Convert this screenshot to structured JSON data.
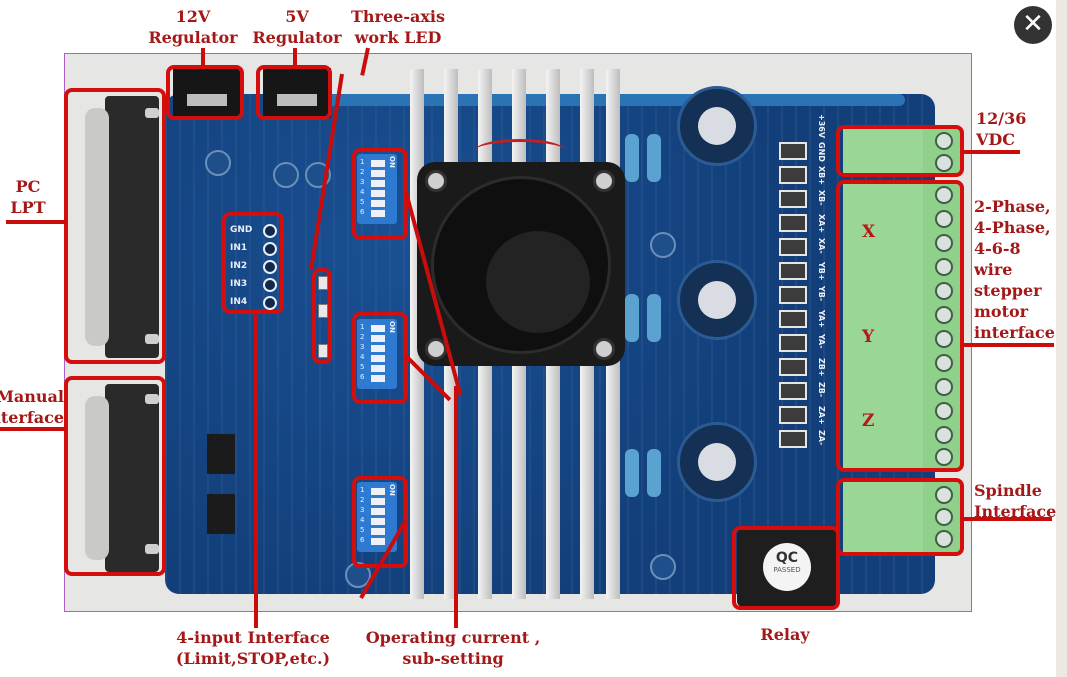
{
  "viewer": {
    "close_label": "✕",
    "close_icon": "close-icon"
  },
  "labels": {
    "regulator_12v": [
      "12V",
      "Regulator"
    ],
    "regulator_5v": [
      "5V",
      "Regulator"
    ],
    "three_axis_led": [
      "Three-axis",
      "work  LED"
    ],
    "pc_lpt": [
      "PC",
      "LPT"
    ],
    "manual_interface": [
      "Manual",
      "Interface"
    ],
    "vdc": [
      "12/36",
      "VDC"
    ],
    "motor_interface": [
      "2-Phase,",
      "4-Phase,",
      "4-6-8",
      "wire",
      "stepper",
      "motor",
      "interface"
    ],
    "spindle_interface": [
      "Spindle",
      "Interface"
    ],
    "four_input_interface": [
      "4-input Interface",
      "(Limit,STOP,etc.)"
    ],
    "operating_current": [
      "Operating current ,",
      "sub-setting"
    ],
    "relay": "Relay"
  },
  "board": {
    "input_pins": [
      "GND",
      "IN1",
      "IN2",
      "IN3",
      "IN4"
    ],
    "terminal_pins": [
      "+36V",
      "GND",
      "XB+",
      "XB-",
      "XA+",
      "XA-",
      "YB+",
      "YB-",
      "YA+",
      "YA-",
      "ZB+",
      "ZB-",
      "ZA+",
      "ZA-"
    ],
    "axes": [
      "X",
      "Y",
      "Z"
    ],
    "dip_switch": {
      "on_label": "ON",
      "numbers": [
        "1",
        "2",
        "3",
        "4",
        "5",
        "6"
      ]
    },
    "relay_badge": {
      "title": "QC",
      "subtitle": "PASSED"
    }
  },
  "colors": {
    "annotation": "#d40d0d",
    "label_text": "#a41818",
    "pcb": "#123f7a",
    "terminal": "#8fd18a"
  }
}
